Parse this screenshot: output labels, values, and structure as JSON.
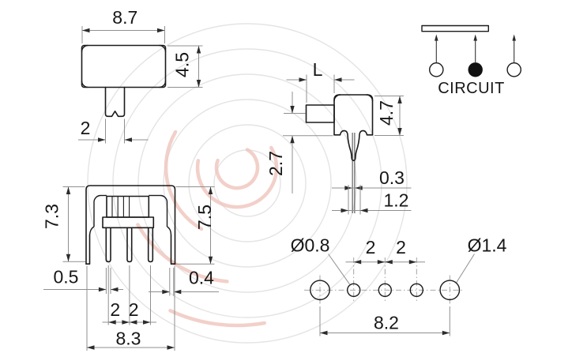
{
  "colors": {
    "outline": "#1b1b1b",
    "dimension_lines": "#8f8f8f",
    "text": "#161616",
    "watermark_red": "#efc4bc",
    "watermark_gray": "#e4e4e4"
  },
  "top_view": {
    "width": "8.7",
    "height": "4.5",
    "knob_width": "2"
  },
  "side_view": {
    "knob_length": "L",
    "body_height": "4.7",
    "terminal_length": "2.7",
    "terminal_thickness": "0.3",
    "terminal_width": "1.2"
  },
  "circuit_diagram": {
    "label": "CIRCUIT"
  },
  "front_view": {
    "height_to_pin_tip": "7.3",
    "overall_height": "7.5",
    "pin_width": "0.5",
    "bracket_thickness": "0.4",
    "pin_pitch_left": "2",
    "pin_pitch_right": "2",
    "overall_width": "8.3"
  },
  "pcb_layout": {
    "small_hole": "Ø0.8",
    "hole_pitch_left": "2",
    "hole_pitch_right": "2",
    "large_hole": "Ø1.4",
    "mount_span": "8.2"
  }
}
